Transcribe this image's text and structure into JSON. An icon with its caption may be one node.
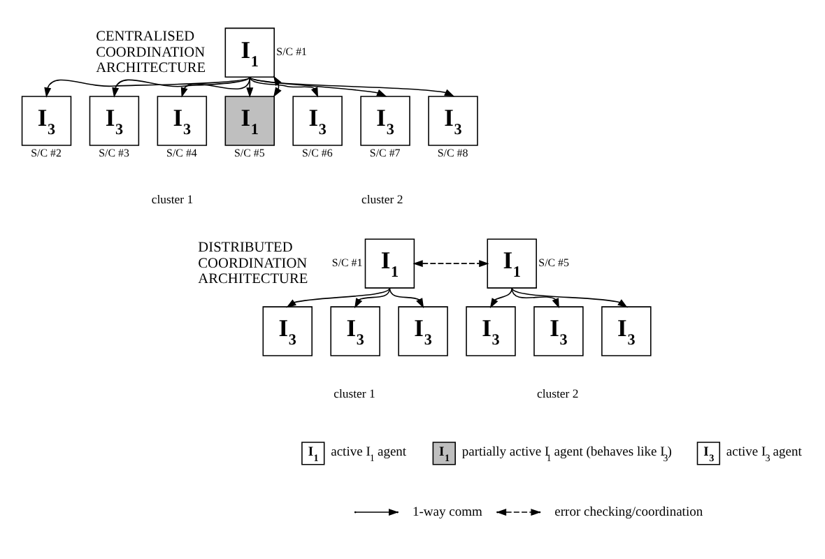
{
  "diagram": {
    "nodes": [
      {
        "text": [
          "I$_{1}$"
        ],
        "beside": [
          "S/C #1"
        ]
      },
      {
        "text": [
          "I$_{3}$"
        ],
        "beside": [
          "S/C #2"
        ]
      },
      {
        "text": [
          "I$_{3}$"
        ],
        "beside": [
          "S/C #3"
        ]
      },
      {
        "text": [
          "I$_{3}$"
        ],
        "beside": [
          "S/C #4"
        ]
      },
      {
        "text": [
          "I$_{1}$"
        ],
        "beside": [
          "S/C #5"
        ]
      },
      {
        "text": [
          "I$_{3}$"
        ],
        "beside": [
          "S/C #6"
        ]
      },
      {
        "text": [
          "I$_{3}$"
        ],
        "beside": [
          "S/C #7"
        ]
      },
      {
        "text": [
          "I$_{3}$"
        ],
        "beside": [
          "S/C #8"
        ]
      },
      {
        "text": [
          "I$_{1}$"
        ],
        "beside": [
          "S/C #1"
        ]
      },
      {
        "text": [
          "I$_{1}$"
        ],
        "beside": [
          "S/C #5"
        ]
      },
      {
        "text": [
          "I$_{3}$"
        ]
      },
      {
        "text": [
          "I$_{3}$"
        ]
      },
      {
        "text": [
          "I$_{3}$"
        ]
      },
      {
        "text": [
          "I$_{3}$"
        ]
      },
      {
        "text": [
          "I$_{3}$"
        ]
      },
      {
        "text": [
          "I$_{3}$"
        ]
      }
    ],
    "edges": [
      {
        "from": 0,
        "to": 1,
        "arrow": "to"
      },
      {
        "from": 0,
        "to": 2,
        "arrow": "to"
      },
      {
        "from": 0,
        "to": 3,
        "arrow": "to"
      },
      {
        "from": 0,
        "to": 4,
        "arrow": "to"
      },
      {
        "from": 0,
        "to": 4,
        "arrow": "both",
        "style": "dashed"
      },
      {
        "from": 0,
        "to": 5,
        "arrow": "to"
      },
      {
        "from": 0,
        "to": 6,
        "arrow": "to"
      },
      {
        "from": 0,
        "to": 7,
        "arrow": "to"
      },
      {
        "from": 8,
        "to": 9,
        "arrow": "both",
        "style": "dashed"
      },
      {
        "from": 8,
        "to": 10,
        "arrow": "to"
      },
      {
        "from": 8,
        "to": 11,
        "arrow": "to"
      },
      {
        "from": 8,
        "to": 12,
        "arrow": "to"
      },
      {
        "from": 9,
        "to": 13,
        "arrow": "to"
      },
      {
        "from": 9,
        "to": 14,
        "arrow": "to"
      },
      {
        "from": 9,
        "to": 15,
        "arrow": "to"
      }
    ],
    "labels": [
      "CENTRALISED COORDINATION ARCHITECTURE",
      "DISTRIBUTED COORDINATION ARCHITECTURE",
      "cluster 1",
      "cluster 2",
      "cluster 1",
      "cluster 2",
      "I$_{1}$",
      "I$_{1}$",
      "I$_{3}$"
    ],
    "legend": [
      {
        "text": "active I$_{1}$ agent",
        "color": "#ffffff"
      },
      {
        "text": "partially active I$_{1}$ agent (behaves like I$_{3}$)",
        "color": "#bfbfbf"
      },
      {
        "text": "active I$_{3}$ agent",
        "color": "#ffffff"
      },
      {
        "text": "1-way comm"
      },
      {
        "text": "error checking/coordination"
      }
    ]
  }
}
